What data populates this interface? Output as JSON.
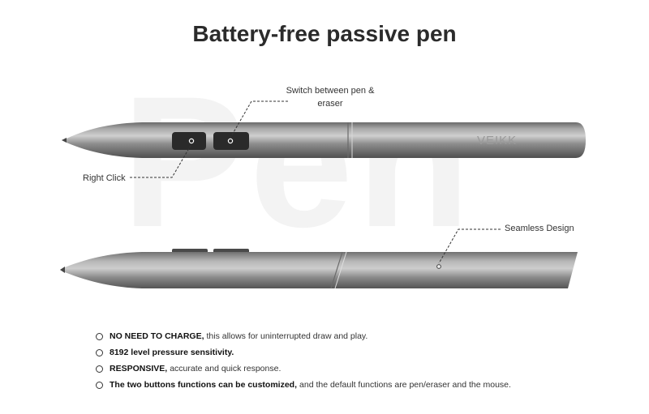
{
  "title": "Battery-free passive pen",
  "background_word": "Pen",
  "brand": "VEIKK",
  "callouts": {
    "switch": "Switch between pen & eraser",
    "right_click": "Right Click",
    "seamless": "Seamless Design"
  },
  "features": [
    {
      "bold": "NO NEED TO CHARGE,",
      "rest": "this allows for uninterrupted draw and play."
    },
    {
      "bold": "8192 level pressure sensitivity.",
      "rest": ""
    },
    {
      "bold": "RESPONSIVE,",
      "rest": "accurate and quick response."
    },
    {
      "bold": "The two buttons functions can be customized,",
      "rest": "and the default functions are pen/eraser and the mouse."
    }
  ],
  "colors": {
    "pen_body": "#8a8a8a",
    "pen_highlight": "#c4c4c4",
    "pen_shadow": "#5e5e5e",
    "button": "#2a2a2a",
    "background_text": "#f3f3f3"
  }
}
